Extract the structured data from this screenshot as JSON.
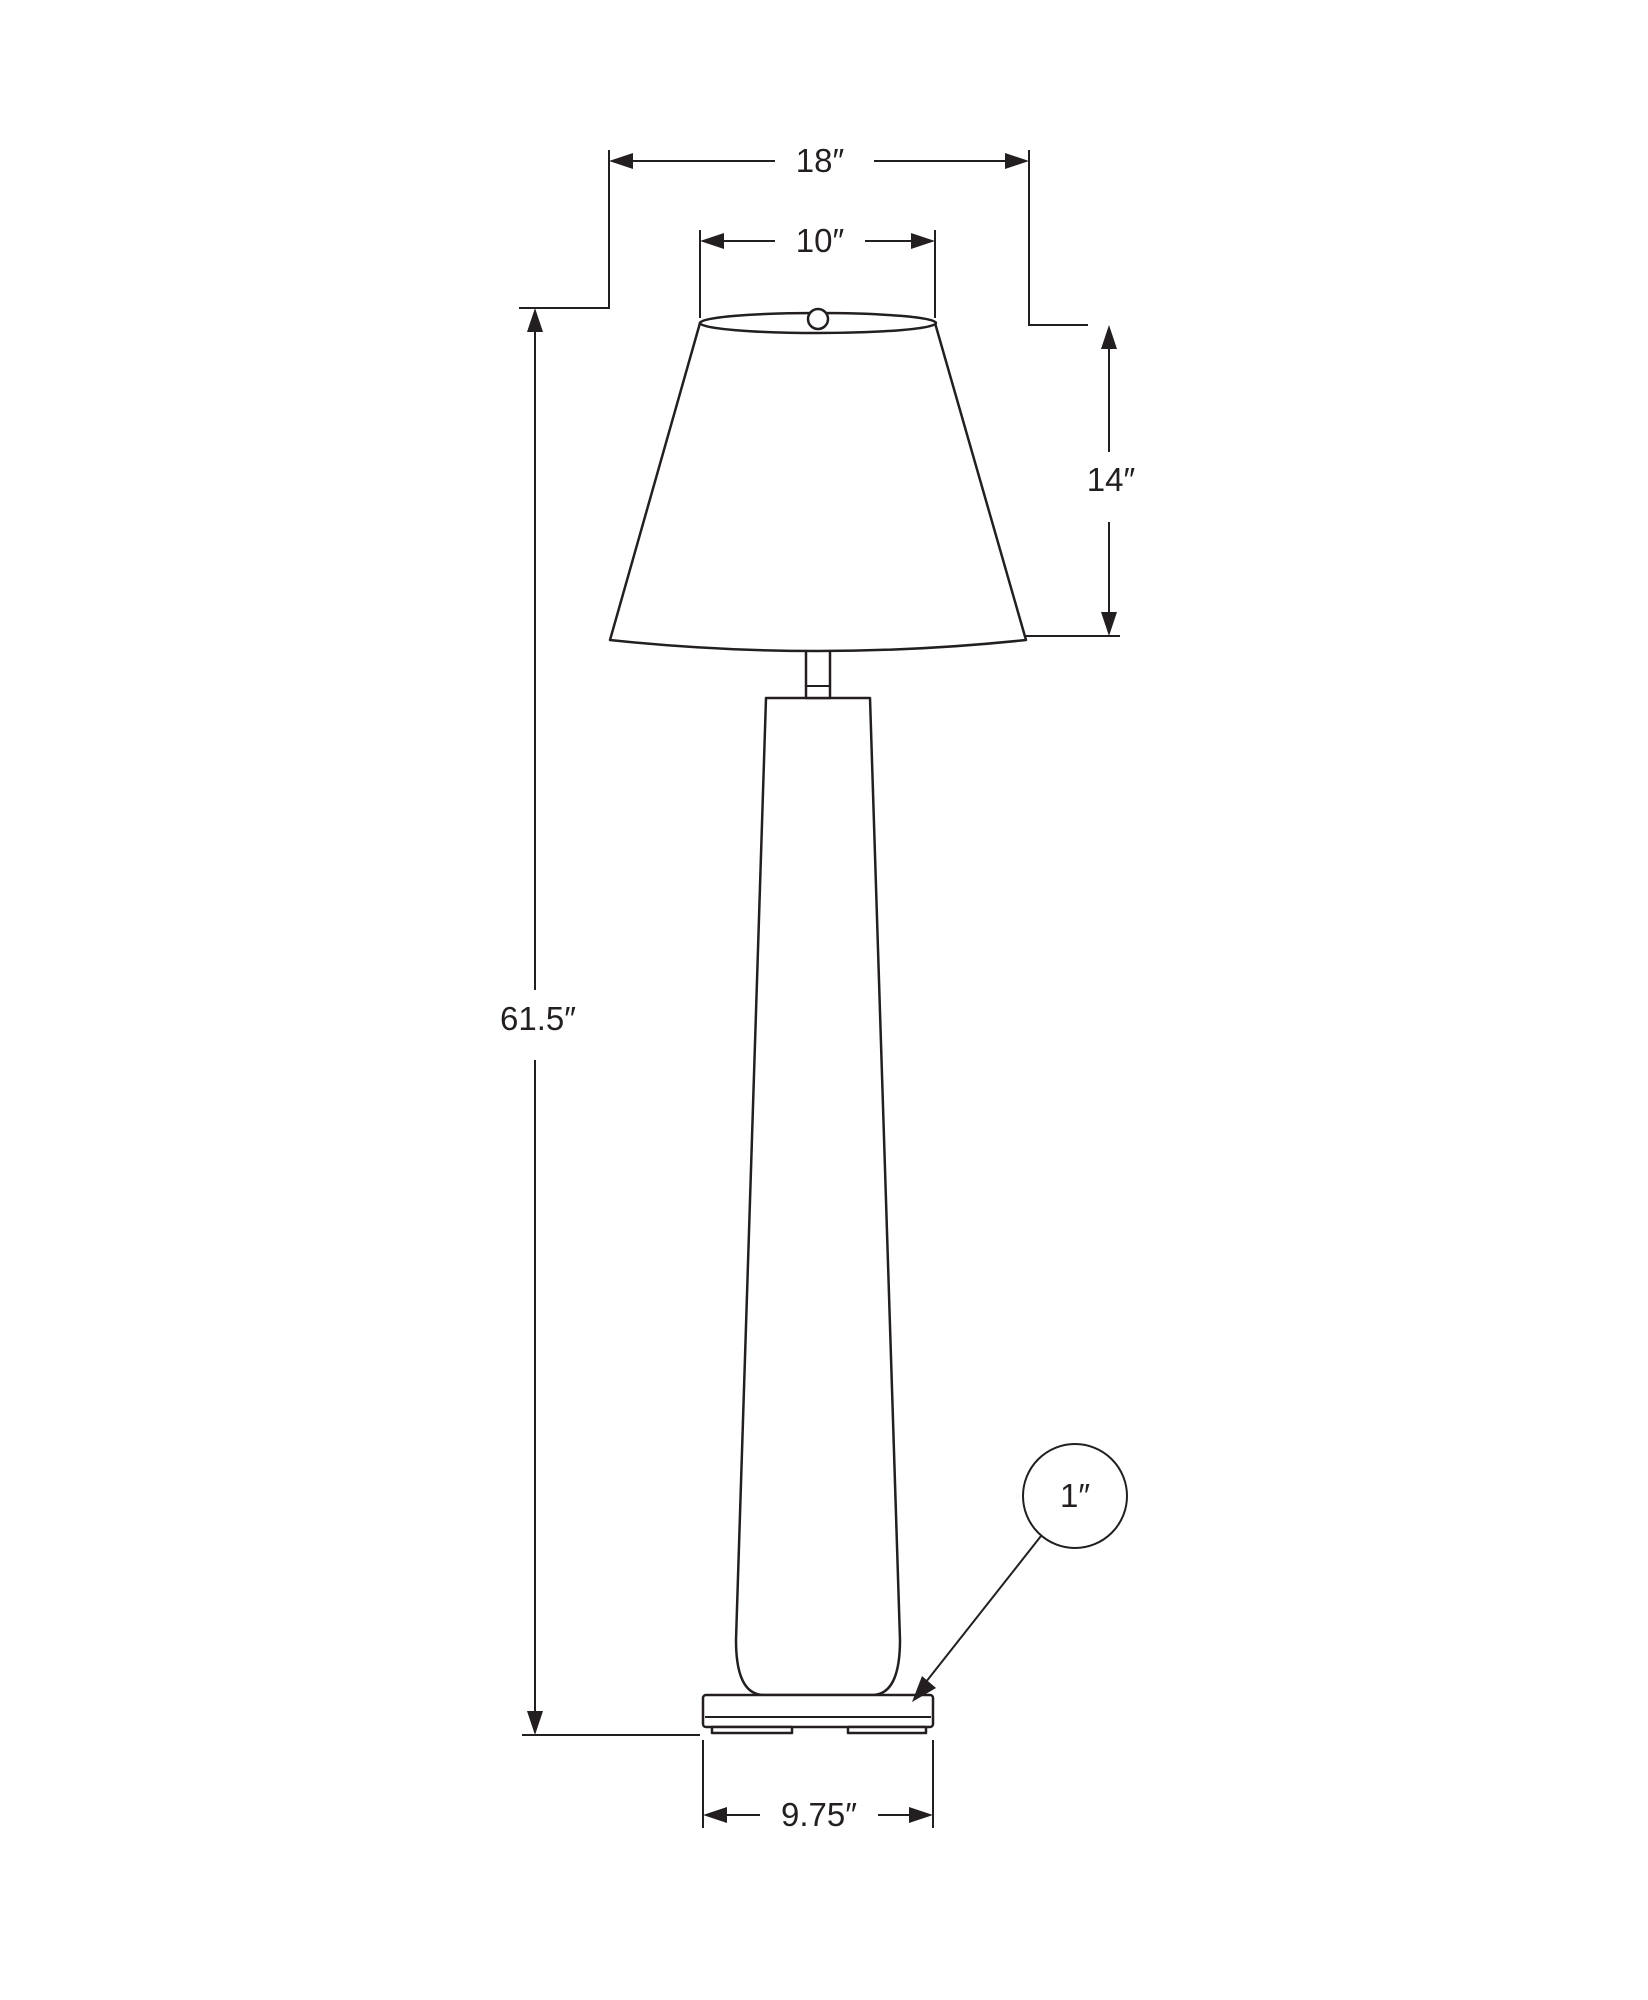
{
  "dimensions": {
    "shade_bottom_width": "18″",
    "shade_top_width": "10″",
    "shade_height": "14″",
    "total_height": "61.5″",
    "base_thickness": "1″",
    "base_width": "9.75″"
  },
  "colors": {
    "line": "#231f20",
    "background": "#ffffff"
  }
}
